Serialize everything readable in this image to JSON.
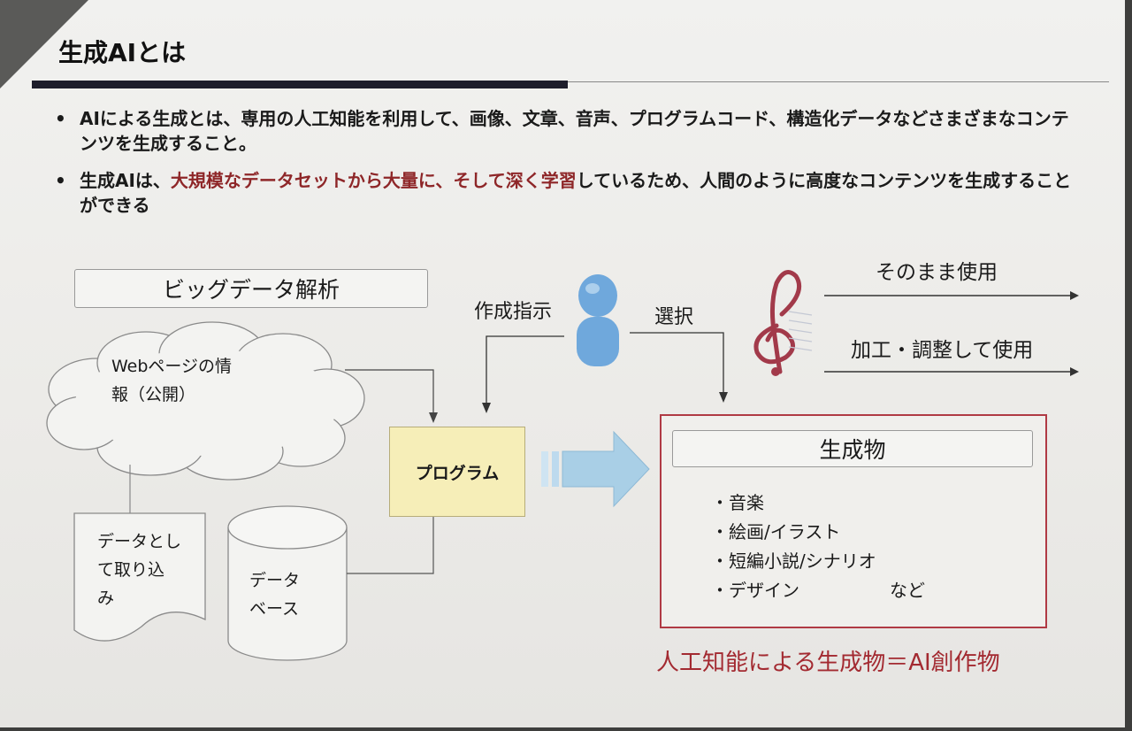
{
  "slide": {
    "title": "生成AIとは"
  },
  "bullets": {
    "b1": {
      "dot": "•",
      "text": "AIによる生成とは、専用の人工知能を利用して、画像、文章、音声、プログラムコード、構造化データなどさまざまなコンテンツを生成すること。"
    },
    "b2": {
      "dot": "•",
      "pre": "生成AIは、",
      "highlight": "大規模なデータセットから大量に、そして深く学習",
      "post": "しているため、人間のように高度なコンテンツを生成することができる"
    }
  },
  "diagram": {
    "bigdata_label": "ビッグデータ解析",
    "cloud_line1": "Webページの情",
    "cloud_line2": "報（公開）",
    "doc_line1": "データとし",
    "doc_line2": "て取り込",
    "doc_line3": "み",
    "db_line1": "データ",
    "db_line2": "ベース",
    "program_label": "プログラム",
    "instruct_label": "作成指示",
    "select_label": "選択",
    "use_as_is": "そのまま使用",
    "use_modified": "加工・調整して使用",
    "output_label": "生成物",
    "output_items": [
      "・音楽",
      "・絵画/イラスト",
      "・短編小説/シナリオ",
      "・デザイン"
    ],
    "output_etc": "など",
    "conclusion": "人工知能による生成物＝AI創作物"
  },
  "icons": {
    "person": "person-icon",
    "music": "treble-clef-icon"
  },
  "colors": {
    "accent_red": "#8e2628",
    "program_fill": "#f6eeb8",
    "arrow_blue": "#a9cfe6",
    "person_blue": "#6fa8dc"
  }
}
